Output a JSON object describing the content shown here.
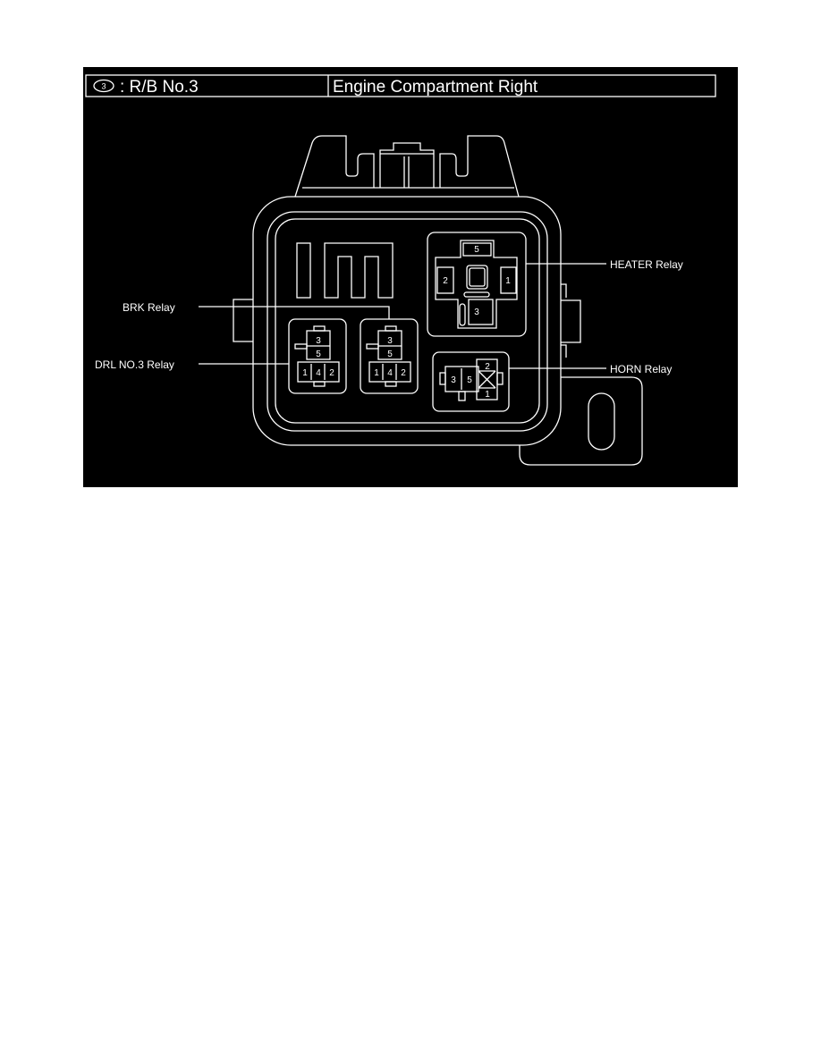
{
  "header": {
    "location_icon": "circled-3",
    "location_number": "3",
    "block_name": ": R/B No.3",
    "block_location": "Engine Compartment Right"
  },
  "labels": {
    "heater": "HEATER Relay",
    "horn": "HORN Relay",
    "brk": "BRK Relay",
    "drl": "DRL NO.3 Relay"
  },
  "pins": {
    "heater": [
      "5",
      "2",
      "1",
      "3"
    ],
    "drl": [
      "3",
      "5",
      "1",
      "4",
      "2"
    ],
    "brk": [
      "3",
      "5",
      "1",
      "4",
      "2"
    ],
    "horn": [
      "3",
      "5",
      "2",
      "1"
    ]
  }
}
